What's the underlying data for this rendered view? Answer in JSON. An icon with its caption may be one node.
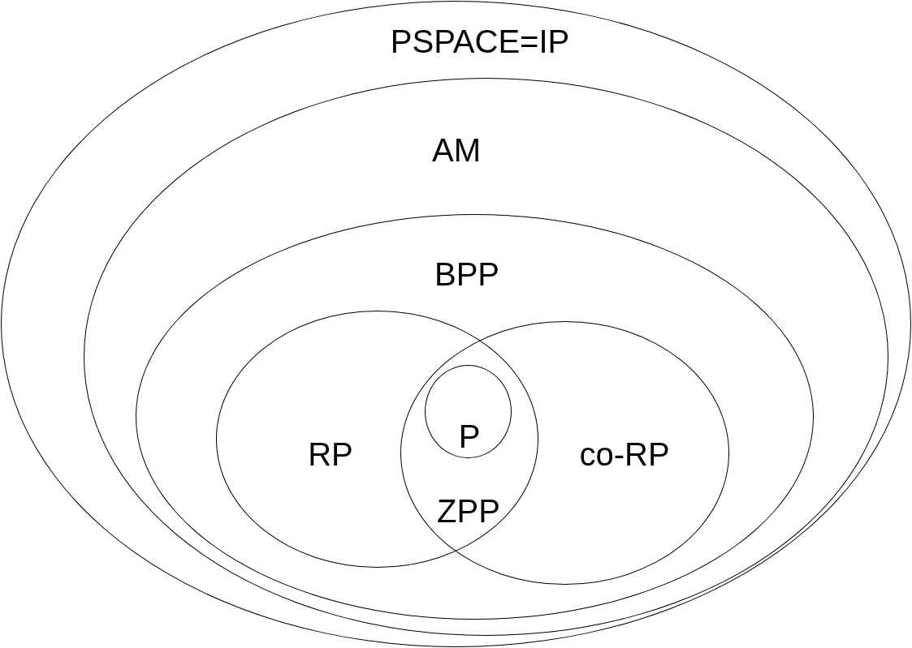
{
  "diagram": {
    "nodes": [
      {
        "text": [
          "PSPACE=IP"
        ]
      },
      {
        "text": [
          "AM"
        ],
        "in": 0
      },
      {
        "text": [
          "BPP"
        ],
        "in": 1
      },
      {
        "text": [
          "RP"
        ],
        "in": 2
      },
      {
        "text": [
          "co-RP"
        ],
        "in": 2
      },
      {
        "text": [
          "P"
        ]
      }
    ],
    "edges": [],
    "labels": [
      "ZPP"
    ]
  }
}
